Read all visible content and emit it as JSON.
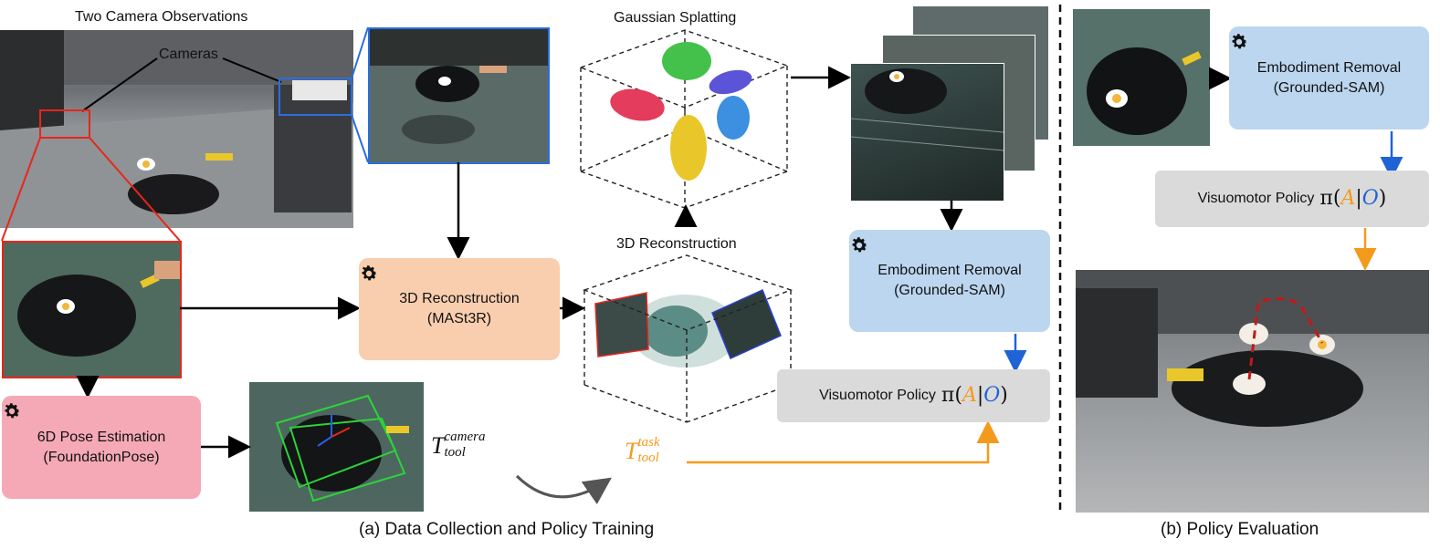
{
  "labels": {
    "two_camera_observations": "Two Camera Observations",
    "cameras": "Cameras",
    "gaussian_splatting": "Gaussian Splatting",
    "reconstruction_3d": "3D Reconstruction"
  },
  "boxes": {
    "reconstruction": {
      "title": "3D Reconstruction",
      "subtitle": "(MASt3R)"
    },
    "pose": {
      "title": "6D Pose Estimation",
      "subtitle": "(FoundationPose)"
    },
    "removal_a": {
      "title": "Embodiment Removal",
      "subtitle": "(Grounded-SAM)"
    },
    "removal_b": {
      "title": "Embodiment Removal",
      "subtitle": "(Grounded-SAM)"
    },
    "policy_a": {
      "title": "Visuomotor Policy",
      "pi": "π",
      "lparen": "(",
      "A": "A",
      "bar": "|",
      "O": "O",
      "rparen": ")"
    },
    "policy_b": {
      "title": "Visuomotor Policy",
      "pi": "π",
      "lparen": "(",
      "A": "A",
      "bar": "|",
      "O": "O",
      "rparen": ")"
    }
  },
  "transforms": {
    "camera": {
      "T": "T",
      "sup": "camera",
      "sub": "tool"
    },
    "task": {
      "T": "T",
      "sup": "task",
      "sub": "tool"
    }
  },
  "captions": {
    "a": "(a) Data Collection and Policy Training",
    "b": "(b) Policy Evaluation"
  },
  "colors": {
    "red_highlight": "#e8261b",
    "blue_highlight": "#2a6ee0",
    "orange_arrow": "#f39a1c",
    "blue_arrow": "#1f63d6",
    "box_orange": "#f8ceae",
    "box_pink": "#f5a9b6",
    "box_blue": "#bcd6ef",
    "box_gray": "#dadada"
  },
  "gaussians": [
    {
      "name": "green",
      "color": "#43c14a"
    },
    {
      "name": "purple",
      "color": "#5b54d8"
    },
    {
      "name": "red",
      "color": "#e43c5c"
    },
    {
      "name": "blue",
      "color": "#3d8fe0"
    },
    {
      "name": "yellow",
      "color": "#e9c72a"
    }
  ],
  "icons": [
    "gear-icon",
    "gear-icon",
    "gear-icon",
    "gear-icon"
  ]
}
